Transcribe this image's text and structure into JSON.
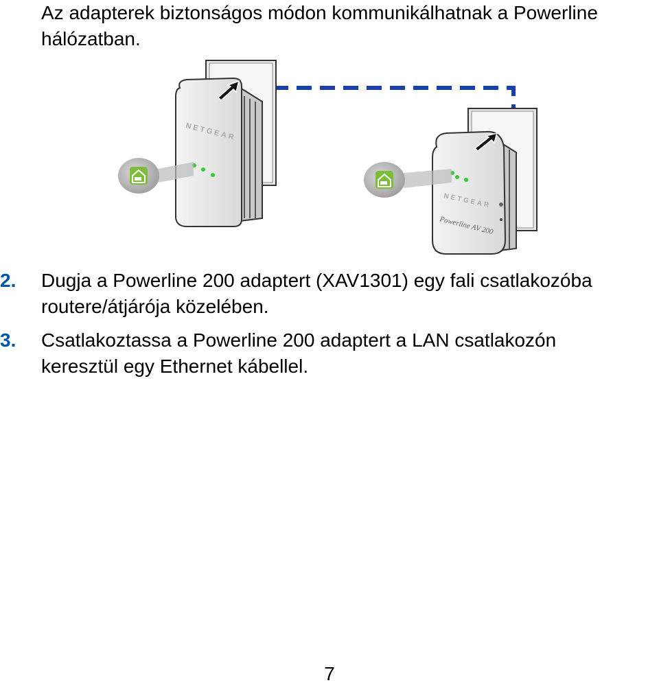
{
  "intro": "Az adapterek biztonságos módon kommunikálhatnak a Powerline hálózatban.",
  "figure": {
    "brand_label": "NETGEAR",
    "product_label": "Powerline AV 200",
    "colors": {
      "led": "#33cc33",
      "link": "#1a3fb0",
      "bubble": "#7cbd3a"
    }
  },
  "steps": [
    {
      "number": "2.",
      "text": "Dugja a Powerline 200 adaptert (XAV1301) egy fali csatlakozóba\nroutere/átjárója közelében."
    },
    {
      "number": "3.",
      "text": "Csatlakoztassa a Powerline 200 adaptert a LAN csatlakozón\nkeresztül egy Ethernet kábellel."
    }
  ],
  "page_number": "7"
}
